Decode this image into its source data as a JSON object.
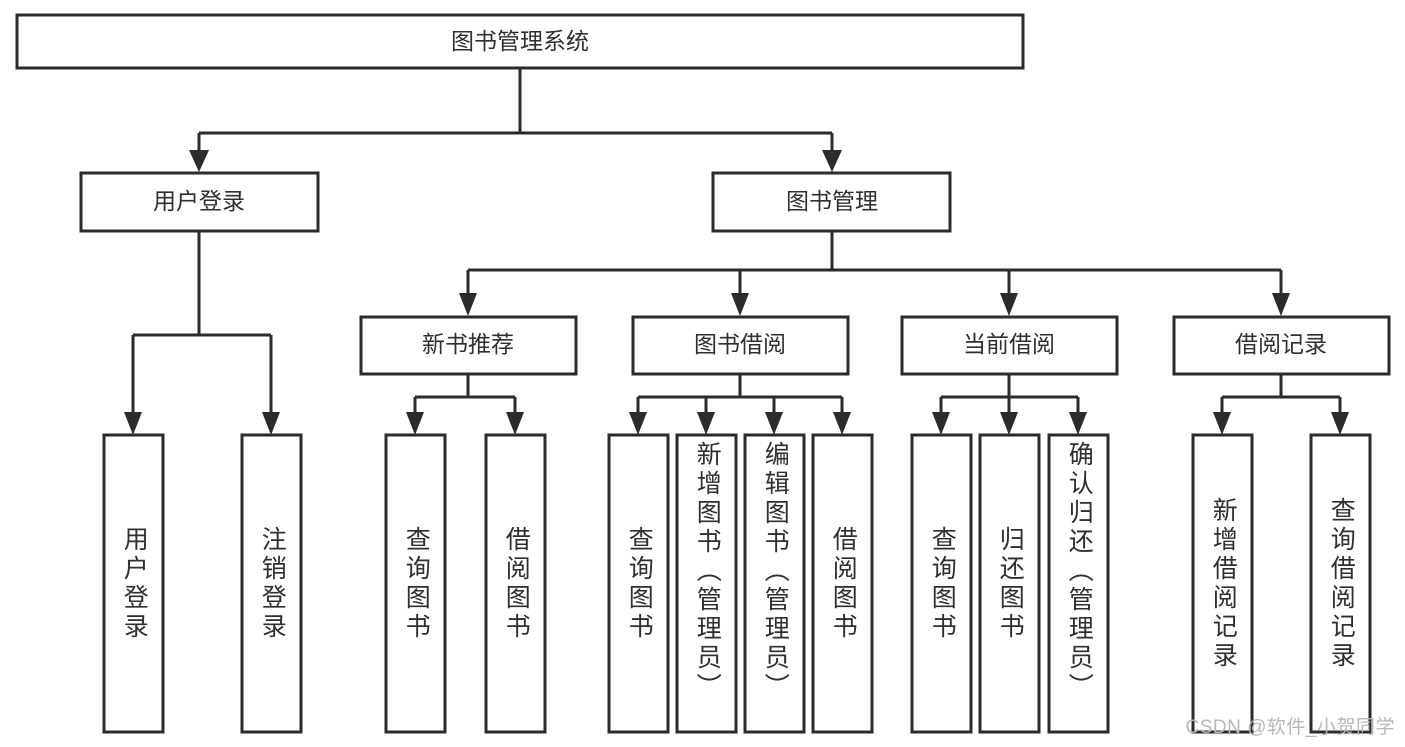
{
  "diagram": {
    "type": "tree",
    "title": "图书管理系统",
    "root": {
      "label": "图书管理系统",
      "children": [
        {
          "label": "用户登录",
          "children": [
            {
              "label": "用户登录"
            },
            {
              "label": "注销登录"
            }
          ]
        },
        {
          "label": "图书管理",
          "children": [
            {
              "label": "新书推荐",
              "children": [
                {
                  "label": "查询图书"
                },
                {
                  "label": "借阅图书"
                }
              ]
            },
            {
              "label": "图书借阅",
              "children": [
                {
                  "label": "查询图书"
                },
                {
                  "label": "新增图书（管理员）"
                },
                {
                  "label": "编辑图书（管理员）"
                },
                {
                  "label": "借阅图书"
                }
              ]
            },
            {
              "label": "当前借阅",
              "children": [
                {
                  "label": "查询图书"
                },
                {
                  "label": "归还图书"
                },
                {
                  "label": "确认归还（管理员）"
                }
              ]
            },
            {
              "label": "借阅记录",
              "children": [
                {
                  "label": "新增借阅记录"
                },
                {
                  "label": "查询借阅记录"
                }
              ]
            }
          ]
        }
      ]
    }
  },
  "nodes": {
    "root": "图书管理系统",
    "level2": {
      "user_login": "用户登录",
      "book_manage": "图书管理"
    },
    "level3": {
      "new_book_rec": "新书推荐",
      "book_borrow": "图书借阅",
      "current_borrow": "当前借阅",
      "borrow_record": "借阅记录"
    },
    "leaves": {
      "user_login_a": "用户登录",
      "user_login_b": "注销登录",
      "new_book_a": "查询图书",
      "new_book_b": "借阅图书",
      "borrow_a": "查询图书",
      "borrow_b": "新增图书（管理员）",
      "borrow_c": "编辑图书（管理员）",
      "borrow_d": "借阅图书",
      "current_a": "查询图书",
      "current_b": "归还图书",
      "current_c": "确认归还（管理员）",
      "record_a": "新增借阅记录",
      "record_b": "查询借阅记录"
    }
  },
  "watermark": {
    "text": "CSDN @软件_小贺同学"
  },
  "colors": {
    "stroke": "#2b2b2b",
    "box_fill": "#ffffff",
    "text": "#2f2f2f",
    "background": "#ffffff",
    "watermark": "#b8b8b8"
  }
}
